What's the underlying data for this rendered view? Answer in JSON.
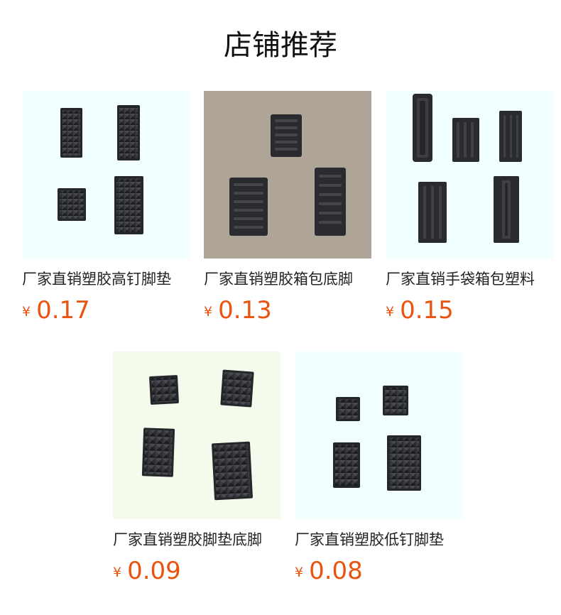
{
  "shop": {
    "title": "店铺推荐"
  },
  "products": [
    {
      "name": "厂家直销塑胶高钉脚垫",
      "currency": "¥",
      "price": "0.17",
      "image_bg": "#f1fffe"
    },
    {
      "name": "厂家直销塑胶箱包底脚",
      "currency": "¥",
      "price": "0.13",
      "image_bg": "#aea598"
    },
    {
      "name": "厂家直销手袋箱包塑料",
      "currency": "¥",
      "price": "0.15",
      "image_bg": "#f1fffe"
    },
    {
      "name": "厂家直销塑胶脚垫底脚",
      "currency": "¥",
      "price": "0.09",
      "image_bg": "#f4fbec"
    },
    {
      "name": "厂家直销塑胶低钉脚垫",
      "currency": "¥",
      "price": "0.08",
      "image_bg": "#f1fffe"
    }
  ],
  "colors": {
    "price": "#e9530f",
    "text": "#222222",
    "product": "#2a2a2e"
  }
}
